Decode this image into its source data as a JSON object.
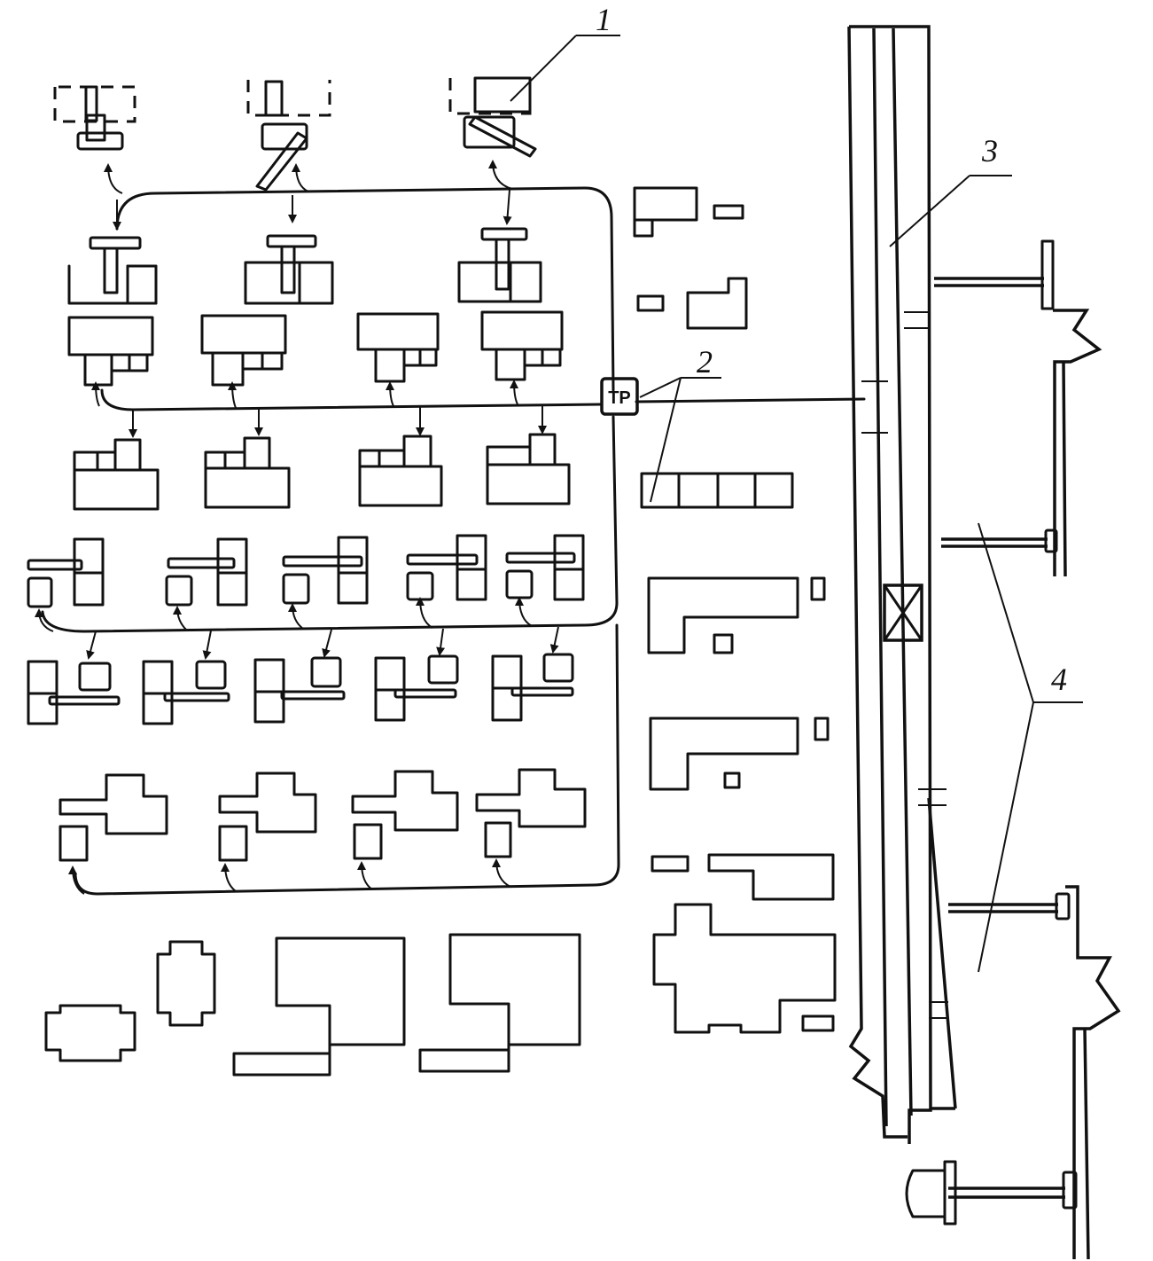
{
  "labels": {
    "callout_1": "1",
    "callout_2": "2",
    "callout_3": "3",
    "callout_4": "4",
    "substation": "ТР"
  }
}
